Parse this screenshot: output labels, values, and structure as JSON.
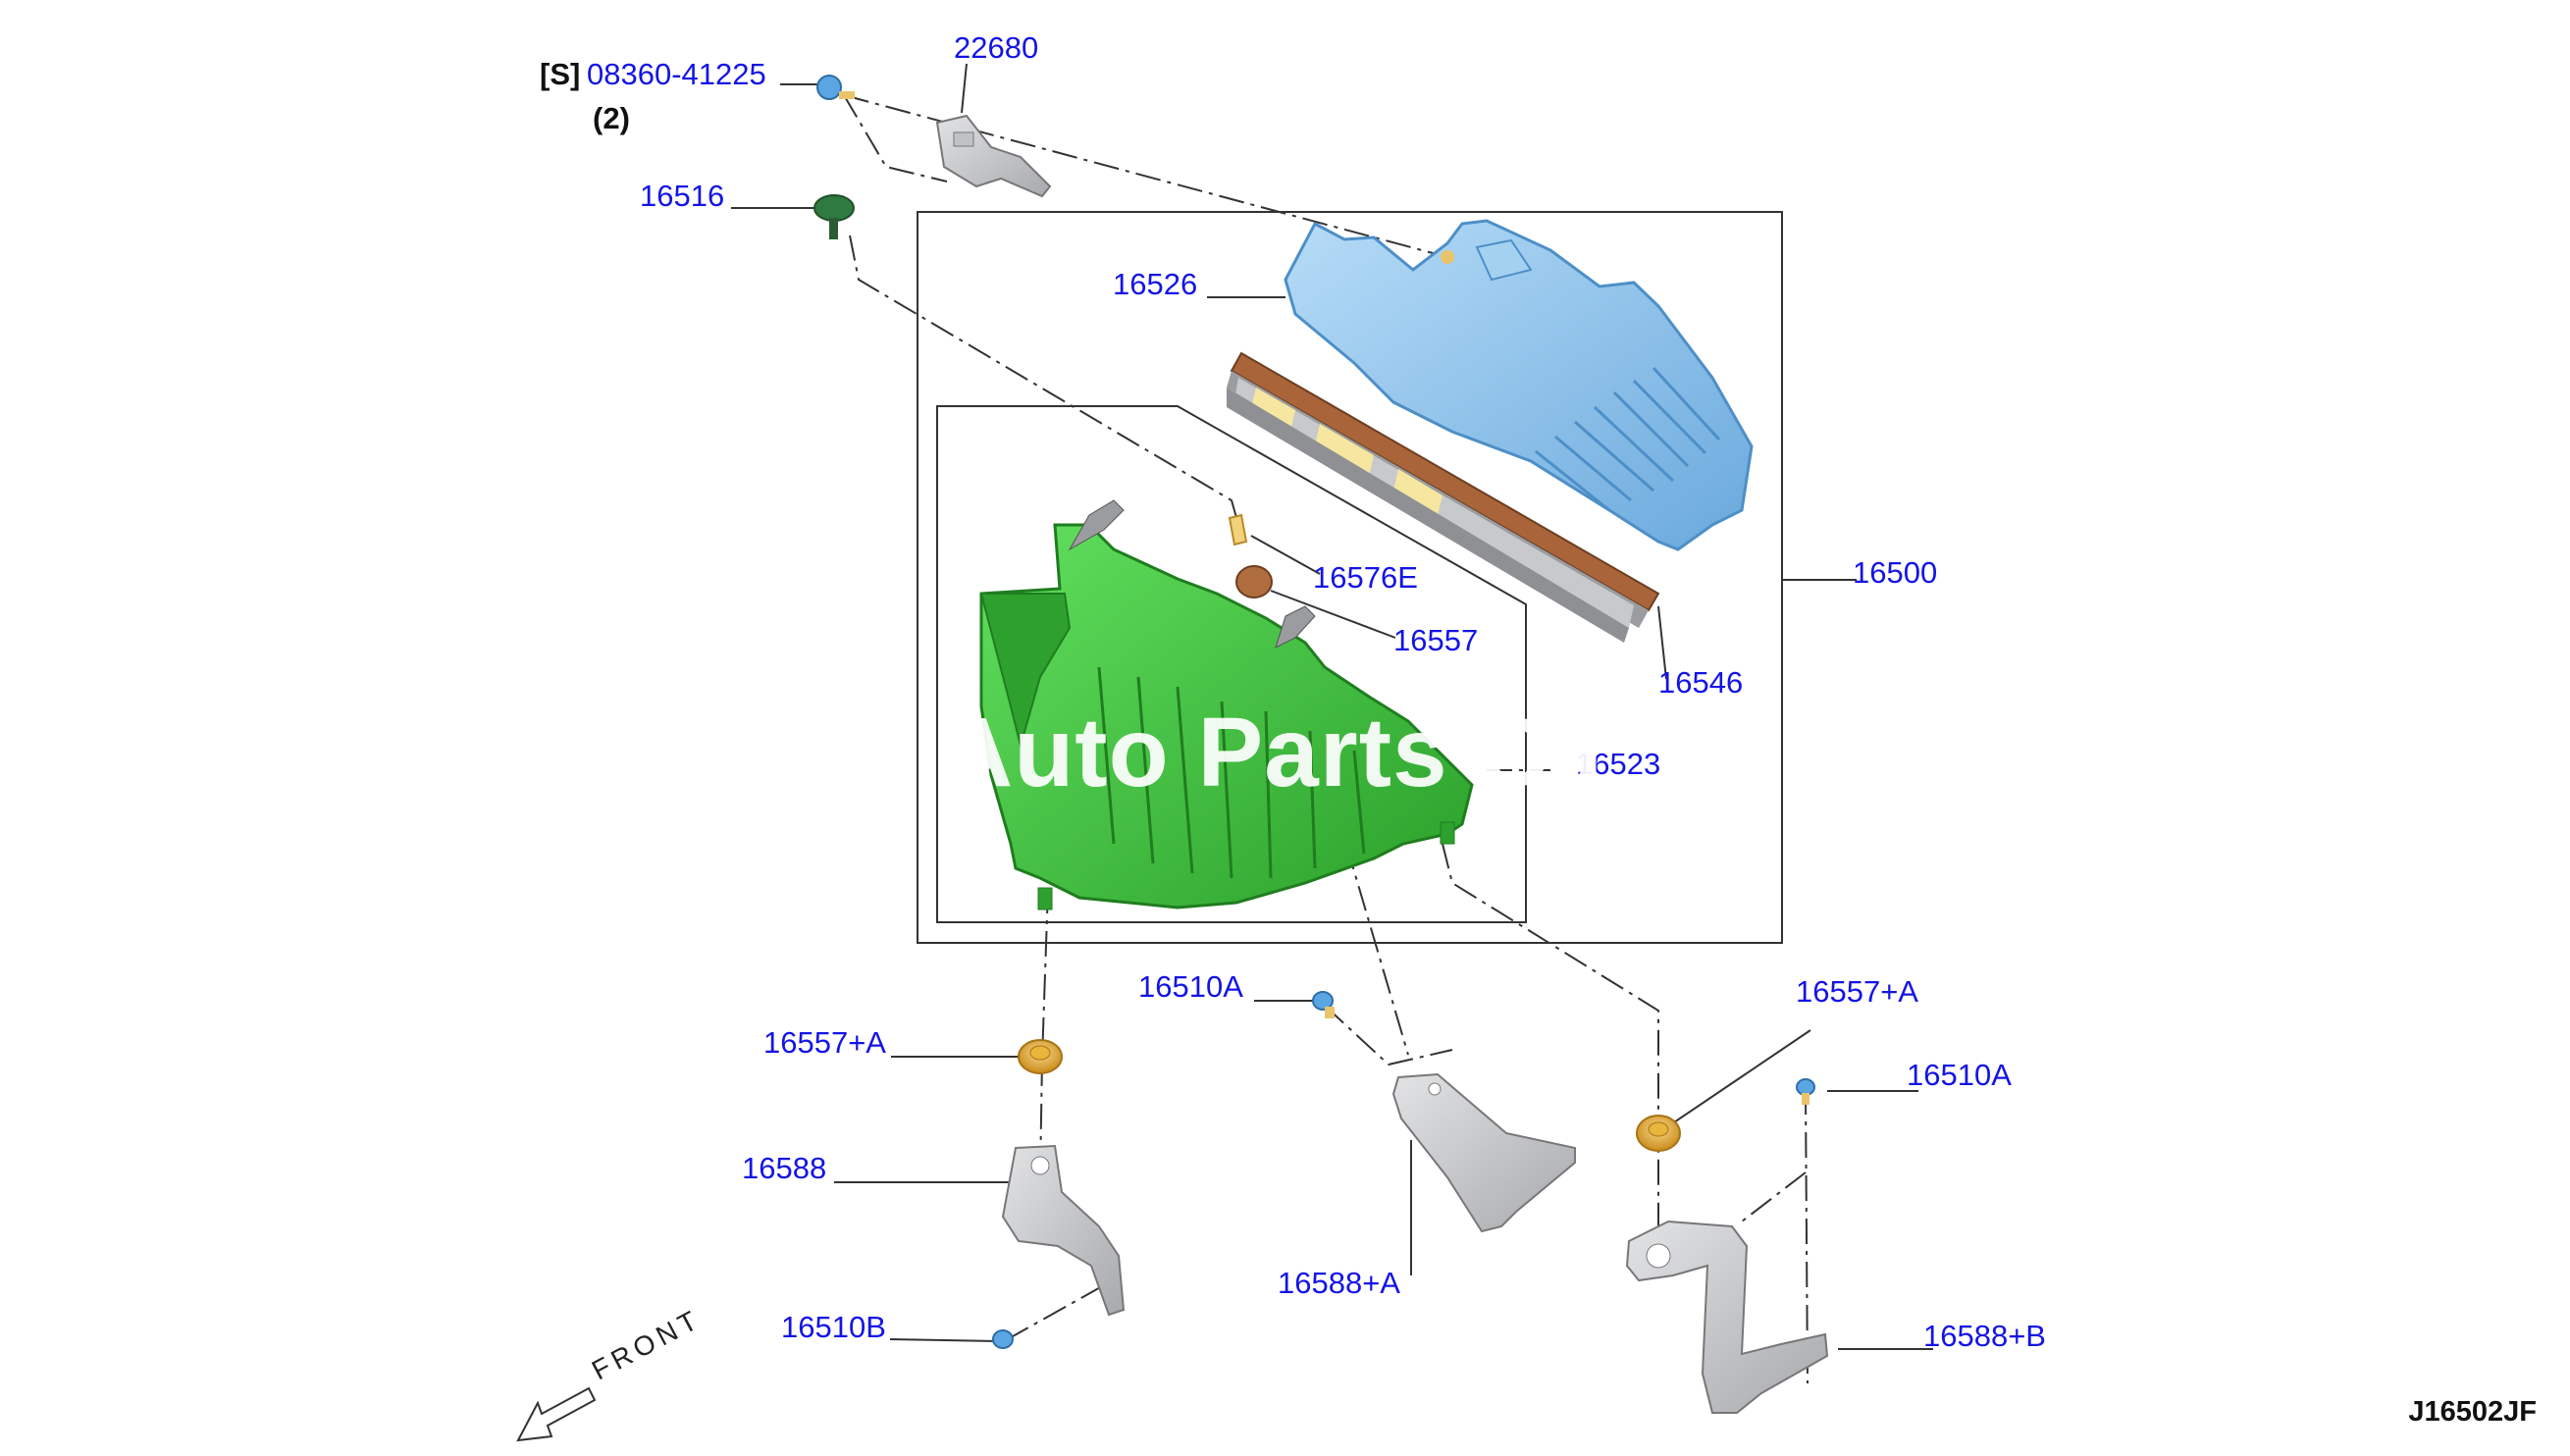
{
  "labels": {
    "s_bracket": "[S]",
    "bolt_08360": "08360-41225",
    "qty_2": "(2)",
    "p22680": "22680",
    "p16516": "16516",
    "p16526": "16526",
    "p16576E": "16576E",
    "p16557": "16557",
    "p16500": "16500",
    "p16546": "16546",
    "p16523": "16523",
    "p16510A_mid": "16510A",
    "p16557A_right": "16557+A",
    "p16557A_left": "16557+A",
    "p16510A_right": "16510A",
    "p16588": "16588",
    "p16588A": "16588+A",
    "p16510B": "16510B",
    "p16588B": "16588+B"
  },
  "direction_label": "FRONT",
  "watermark": "Auto Parts Ca",
  "diagram_ref": "J16502JF",
  "colors": {
    "label_blue": "#1414e6",
    "upper_cover_blue": "#8ec4ec",
    "lower_case_green": "#3fcc3f",
    "filter_frame_brown": "#a9643a",
    "filter_yellow": "#f6e6a0",
    "grommet_gold": "#e9b53a",
    "bracket_gray": "#c7c9cc",
    "clip_blue": "#5aa6e2"
  },
  "icons": [
    "front-arrow-icon"
  ]
}
